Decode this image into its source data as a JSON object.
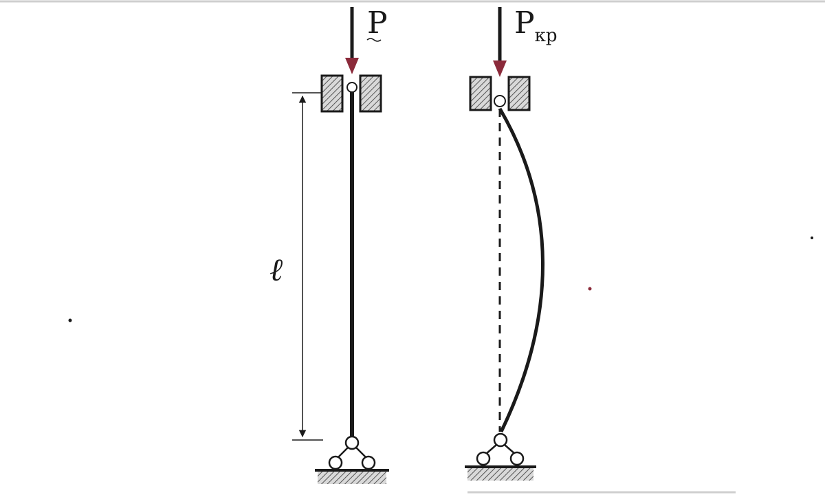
{
  "left_column": {
    "load_label": "P",
    "length_label": "ℓ"
  },
  "right_column": {
    "load_label": "P",
    "load_subscript": "кр"
  },
  "colors": {
    "line": "#1a1a1a",
    "arrow_tip": "#8b2a3a",
    "hatch": "#555555"
  }
}
